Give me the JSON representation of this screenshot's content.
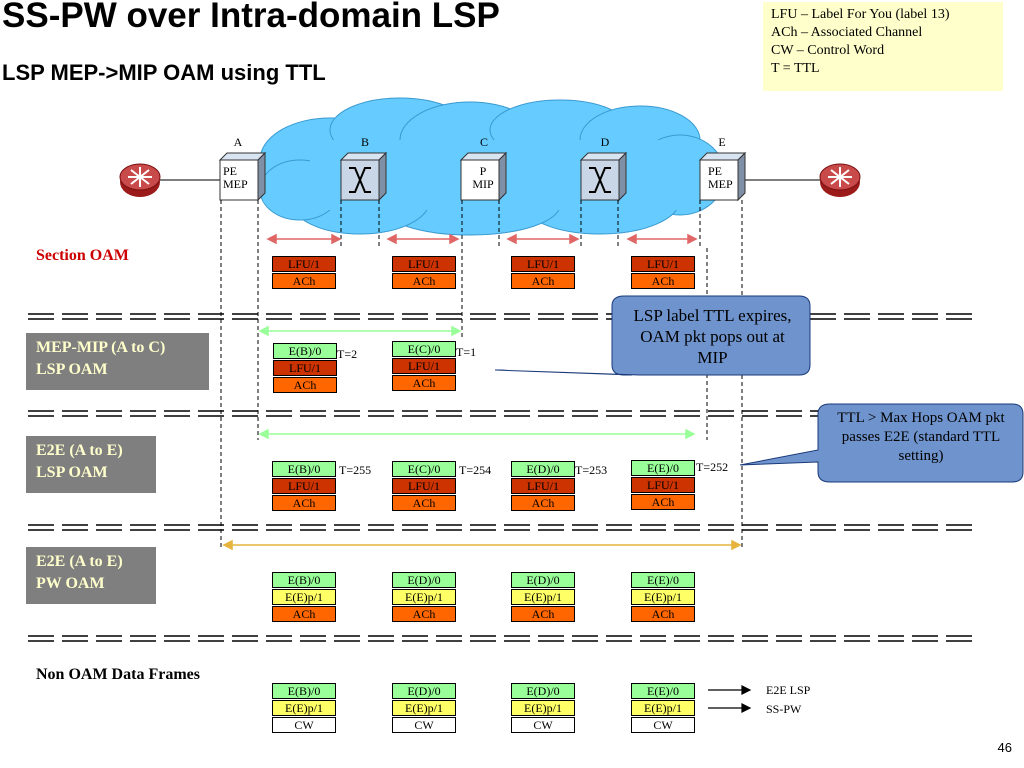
{
  "title": "SS-PW over Intra-domain LSP",
  "subtitle": "LSP MEP->MIP OAM  using TTL",
  "legend": [
    "LFU – Label For You (label 13)",
    "ACh – Associated Channel",
    "CW – Control Word",
    "T = TTL"
  ],
  "nodes": [
    {
      "letter": "A",
      "label": "PE\nMEP",
      "type": "box"
    },
    {
      "letter": "B",
      "label": "",
      "type": "switch"
    },
    {
      "letter": "C",
      "label": "P\nMIP",
      "type": "box"
    },
    {
      "letter": "D",
      "label": "",
      "type": "switch"
    },
    {
      "letter": "E",
      "label": "PE\nMEP",
      "type": "box"
    }
  ],
  "colors": {
    "lfu": "#cc3300",
    "ach": "#ff6600",
    "ebox": "#99ff99",
    "ep": "#ffff66",
    "cw": "#ffffff",
    "callout": "#6f93cc",
    "grey": "#7f7f7f",
    "cloud": "#66ccff",
    "red_arrow": "#e06666",
    "green_arrow": "#99ff99",
    "orange_arrow": "#e6b43c"
  },
  "sections": {
    "section_oam": {
      "label": "Section OAM",
      "stacks": [
        [
          {
            "t": "LFU/1",
            "c": "lfu"
          },
          {
            "t": "ACh",
            "c": "ach"
          }
        ],
        [
          {
            "t": "LFU/1",
            "c": "lfu"
          },
          {
            "t": "ACh",
            "c": "ach"
          }
        ],
        [
          {
            "t": "LFU/1",
            "c": "lfu"
          },
          {
            "t": "ACh",
            "c": "ach"
          }
        ],
        [
          {
            "t": "LFU/1",
            "c": "lfu"
          },
          {
            "t": "ACh",
            "c": "ach"
          }
        ]
      ]
    },
    "mep_mip": {
      "label": "MEP-MIP (A to C)\nLSP OAM",
      "stacks": [
        [
          {
            "t": "E(B)/0",
            "c": "ebox"
          },
          {
            "t": "LFU/1",
            "c": "lfu"
          },
          {
            "t": "ACh",
            "c": "ach"
          }
        ],
        [
          {
            "t": "E(C)/0",
            "c": "ebox"
          },
          {
            "t": "LFU/1",
            "c": "lfu"
          },
          {
            "t": "ACh",
            "c": "ach"
          }
        ]
      ],
      "ttls": [
        "T=2",
        "T=1"
      ],
      "callout": "LSP label TTL expires, OAM pkt pops out at MIP"
    },
    "e2e_lsp": {
      "label": "E2E (A to E)\nLSP OAM",
      "stacks": [
        [
          {
            "t": "E(B)/0",
            "c": "ebox"
          },
          {
            "t": "LFU/1",
            "c": "lfu"
          },
          {
            "t": "ACh",
            "c": "ach"
          }
        ],
        [
          {
            "t": "E(C)/0",
            "c": "ebox"
          },
          {
            "t": "LFU/1",
            "c": "lfu"
          },
          {
            "t": "ACh",
            "c": "ach"
          }
        ],
        [
          {
            "t": "E(D)/0",
            "c": "ebox"
          },
          {
            "t": "LFU/1",
            "c": "lfu"
          },
          {
            "t": "ACh",
            "c": "ach"
          }
        ],
        [
          {
            "t": "E(E)/0",
            "c": "ebox"
          },
          {
            "t": "LFU/1",
            "c": "lfu"
          },
          {
            "t": "ACh",
            "c": "ach"
          }
        ]
      ],
      "ttls": [
        "T=255",
        "T=254",
        "T=253",
        "T=252"
      ],
      "callout": "TTL > Max Hops OAM pkt passes E2E (standard TTL setting)"
    },
    "e2e_pw": {
      "label": "E2E (A to E)\nPW OAM",
      "stacks": [
        [
          {
            "t": "E(B)/0",
            "c": "ebox"
          },
          {
            "t": "E(E)p/1",
            "c": "ep"
          },
          {
            "t": "ACh",
            "c": "ach"
          }
        ],
        [
          {
            "t": "E(D)/0",
            "c": "ebox"
          },
          {
            "t": "E(E)p/1",
            "c": "ep"
          },
          {
            "t": "ACh",
            "c": "ach"
          }
        ],
        [
          {
            "t": "E(D)/0",
            "c": "ebox"
          },
          {
            "t": "E(E)p/1",
            "c": "ep"
          },
          {
            "t": "ACh",
            "c": "ach"
          }
        ],
        [
          {
            "t": "E(E)/0",
            "c": "ebox"
          },
          {
            "t": "E(E)p/1",
            "c": "ep"
          },
          {
            "t": "ACh",
            "c": "ach"
          }
        ]
      ]
    },
    "non_oam": {
      "label": "Non OAM Data Frames",
      "stacks": [
        [
          {
            "t": "E(B)/0",
            "c": "ebox"
          },
          {
            "t": "E(E)p/1",
            "c": "ep"
          },
          {
            "t": "CW",
            "c": "cw"
          }
        ],
        [
          {
            "t": "E(D)/0",
            "c": "ebox"
          },
          {
            "t": "E(E)p/1",
            "c": "ep"
          },
          {
            "t": "CW",
            "c": "cw"
          }
        ],
        [
          {
            "t": "E(D)/0",
            "c": "ebox"
          },
          {
            "t": "E(E)p/1",
            "c": "ep"
          },
          {
            "t": "CW",
            "c": "cw"
          }
        ],
        [
          {
            "t": "E(E)/0",
            "c": "ebox"
          },
          {
            "t": "E(E)p/1",
            "c": "ep"
          },
          {
            "t": "CW",
            "c": "cw"
          }
        ]
      ],
      "arrow_labels": [
        "E2E LSP",
        "SS-PW"
      ]
    }
  },
  "page_number": "46"
}
